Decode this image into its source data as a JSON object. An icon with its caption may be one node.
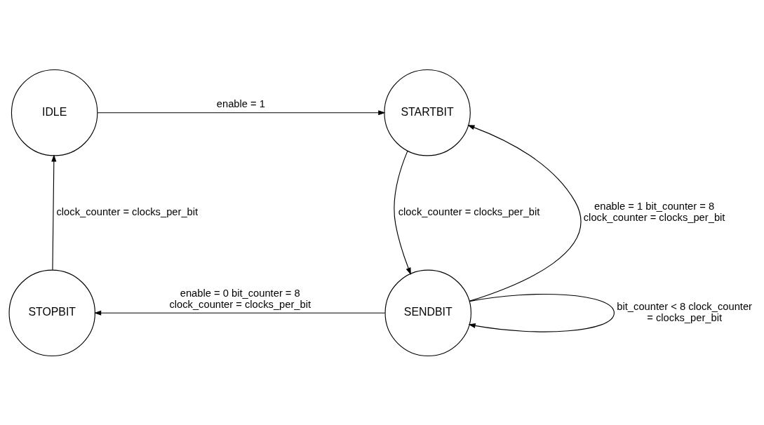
{
  "diagram": {
    "nodes": [
      {
        "text": [
          "IDLE"
        ]
      },
      {
        "text": [
          "STARTBIT"
        ]
      },
      {
        "text": [
          "SENDBIT"
        ]
      },
      {
        "text": [
          "STOPBIT"
        ]
      }
    ],
    "edges": [
      {
        "from": 0,
        "to": 1,
        "arrow": "to",
        "label": "enable = 1"
      },
      {
        "from": 1,
        "to": 2,
        "arrow": "to",
        "label": "clock_counter = clocks_per_bit"
      },
      {
        "from": 2,
        "to": 1,
        "arrow": "to",
        "label": "enable = 1 bit_counter = 8 clock_counter = clocks_per_bit"
      },
      {
        "from": 2,
        "to": 3,
        "arrow": "to",
        "label": "enable = 0 bit_counter = 8 clock_counter = clocks_per_bit"
      },
      {
        "from": 2,
        "to": 2,
        "arrow": "to",
        "label": "bit_counter < 8 clock_counter = clocks_per_bit"
      },
      {
        "from": 3,
        "to": 0,
        "arrow": "to",
        "label": "clock_counter = clocks_per_bit"
      }
    ]
  }
}
